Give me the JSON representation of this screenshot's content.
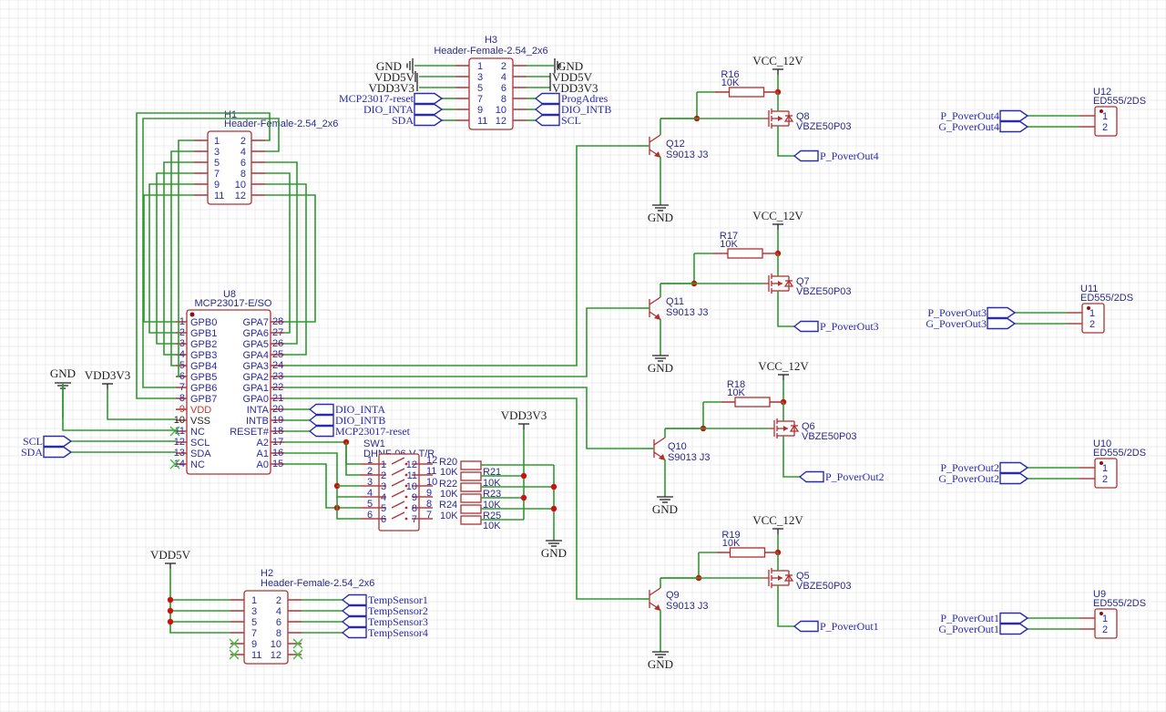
{
  "schematic": {
    "colors": {
      "wire": "#2f9a2f",
      "pin": "#b04040",
      "body": "#b03030",
      "net": "#2b2bb0",
      "junction": "#cc1111",
      "power": "#222222"
    },
    "h3": {
      "ref": "H3",
      "value": "Header-Female-2.54_2x6",
      "pins_left": [
        "1",
        "3",
        "5",
        "7",
        "9",
        "11"
      ],
      "pins_right": [
        "2",
        "4",
        "6",
        "8",
        "10",
        "12"
      ],
      "nets_left": [
        "GND",
        "VDD5V",
        "VDD3V3",
        "MCP23017-reset",
        "DIO_INTA",
        "SDA"
      ],
      "nets_right": [
        "GND",
        "VDD5V",
        "VDD3V3",
        "ProgAdres",
        "DIO_INTB",
        "SCL"
      ]
    },
    "h1": {
      "ref": "H1",
      "value": "Header-Female-2.54_2x6",
      "pins_left": [
        "1",
        "3",
        "5",
        "7",
        "9",
        "11"
      ],
      "pins_right": [
        "2",
        "4",
        "6",
        "8",
        "10",
        "12"
      ]
    },
    "u8": {
      "ref": "U8",
      "value": "MCP23017-E/SO",
      "left": [
        {
          "num": "1",
          "name": "GPB0"
        },
        {
          "num": "2",
          "name": "GPB1"
        },
        {
          "num": "3",
          "name": "GPB2"
        },
        {
          "num": "4",
          "name": "GPB3"
        },
        {
          "num": "5",
          "name": "GPB4"
        },
        {
          "num": "6",
          "name": "GPB5"
        },
        {
          "num": "7",
          "name": "GPB6"
        },
        {
          "num": "8",
          "name": "GPB7"
        },
        {
          "num": "9",
          "name": "VDD"
        },
        {
          "num": "10",
          "name": "VSS"
        },
        {
          "num": "11",
          "name": "NC"
        },
        {
          "num": "12",
          "name": "SCL"
        },
        {
          "num": "13",
          "name": "SDA"
        },
        {
          "num": "14",
          "name": "NC"
        }
      ],
      "right": [
        {
          "num": "28",
          "name": "GPA7"
        },
        {
          "num": "27",
          "name": "GPA6"
        },
        {
          "num": "26",
          "name": "GPA5"
        },
        {
          "num": "25",
          "name": "GPA4"
        },
        {
          "num": "24",
          "name": "GPA3"
        },
        {
          "num": "23",
          "name": "GPA2"
        },
        {
          "num": "22",
          "name": "GPA1"
        },
        {
          "num": "21",
          "name": "GPA0"
        },
        {
          "num": "20",
          "name": "INTA"
        },
        {
          "num": "19",
          "name": "INTB"
        },
        {
          "num": "18",
          "name": "RESET#"
        },
        {
          "num": "17",
          "name": "A2"
        },
        {
          "num": "16",
          "name": "A1"
        },
        {
          "num": "15",
          "name": "A0"
        }
      ],
      "right_nets": [
        "DIO_INTA",
        "DIO_INTB",
        "MCP23017-reset"
      ],
      "left_nets": [
        "SCL",
        "SDA"
      ],
      "power_labels": [
        "GND",
        "VDD3V3"
      ]
    },
    "sw1": {
      "ref": "SW1",
      "value": "DHNF-06-V-T/R",
      "left_nums": [
        "1",
        "2",
        "3",
        "4",
        "5",
        "6"
      ],
      "right_nums": [
        "12",
        "11",
        "10",
        "9",
        "8",
        "7"
      ],
      "power": "VDD3V3",
      "ground": "GND"
    },
    "resistor_array": [
      {
        "ref": "R20",
        "value": "10K"
      },
      {
        "ref": "R21",
        "value": "10K"
      },
      {
        "ref": "R22",
        "value": "10K"
      },
      {
        "ref": "R23",
        "value": "10K"
      },
      {
        "ref": "R24",
        "value": "10K"
      },
      {
        "ref": "R25",
        "value": "10K"
      }
    ],
    "h2": {
      "ref": "H2",
      "value": "Header-Female-2.54_2x6",
      "pins_left": [
        "1",
        "3",
        "5",
        "7",
        "9",
        "11"
      ],
      "pins_right": [
        "2",
        "4",
        "6",
        "8",
        "10",
        "12"
      ],
      "power": "VDD5V",
      "nets_right": [
        "TempSensor1",
        "TempSensor2",
        "TempSensor3",
        "TempSensor4"
      ]
    },
    "drivers": [
      {
        "res_ref": "R16",
        "res_val": "10K",
        "npn_ref": "Q12",
        "npn_val": "S9013 J3",
        "fet_ref": "Q8",
        "fet_val": "VBZE50P03",
        "vcc": "VCC_12V",
        "gnd": "GND",
        "out": "P_PoverOut4"
      },
      {
        "res_ref": "R17",
        "res_val": "10K",
        "npn_ref": "Q11",
        "npn_val": "S9013 J3",
        "fet_ref": "Q7",
        "fet_val": "VBZE50P03",
        "vcc": "VCC_12V",
        "gnd": "GND",
        "out": "P_PoverOut3"
      },
      {
        "res_ref": "R18",
        "res_val": "10K",
        "npn_ref": "Q10",
        "npn_val": "S9013 J3",
        "fet_ref": "Q6",
        "fet_val": "VBZE50P03",
        "vcc": "VCC_12V",
        "gnd": "GND",
        "out": "P_PoverOut2"
      },
      {
        "res_ref": "R19",
        "res_val": "10K",
        "npn_ref": "Q9",
        "npn_val": "S9013 J3",
        "fet_ref": "Q5",
        "fet_val": "VBZE50P03",
        "vcc": "VCC_12V",
        "gnd": "GND",
        "out": "P_PoverOut1"
      }
    ],
    "connectors": [
      {
        "ref": "U12",
        "value": "ED555/2DS",
        "net1": "P_PoverOut4",
        "net2": "G_PoverOut4",
        "pin1": "1",
        "pin2": "2"
      },
      {
        "ref": "U11",
        "value": "ED555/2DS",
        "net1": "P_PoverOut3",
        "net2": "G_PoverOut3",
        "pin1": "1",
        "pin2": "2"
      },
      {
        "ref": "U10",
        "value": "ED555/2DS",
        "net1": "P_PoverOut2",
        "net2": "G_PoverOut2",
        "pin1": "1",
        "pin2": "2"
      },
      {
        "ref": "U9",
        "value": "ED555/2DS",
        "net1": "P_PoverOut1",
        "net2": "G_PoverOut1",
        "pin1": "1",
        "pin2": "2"
      }
    ]
  }
}
